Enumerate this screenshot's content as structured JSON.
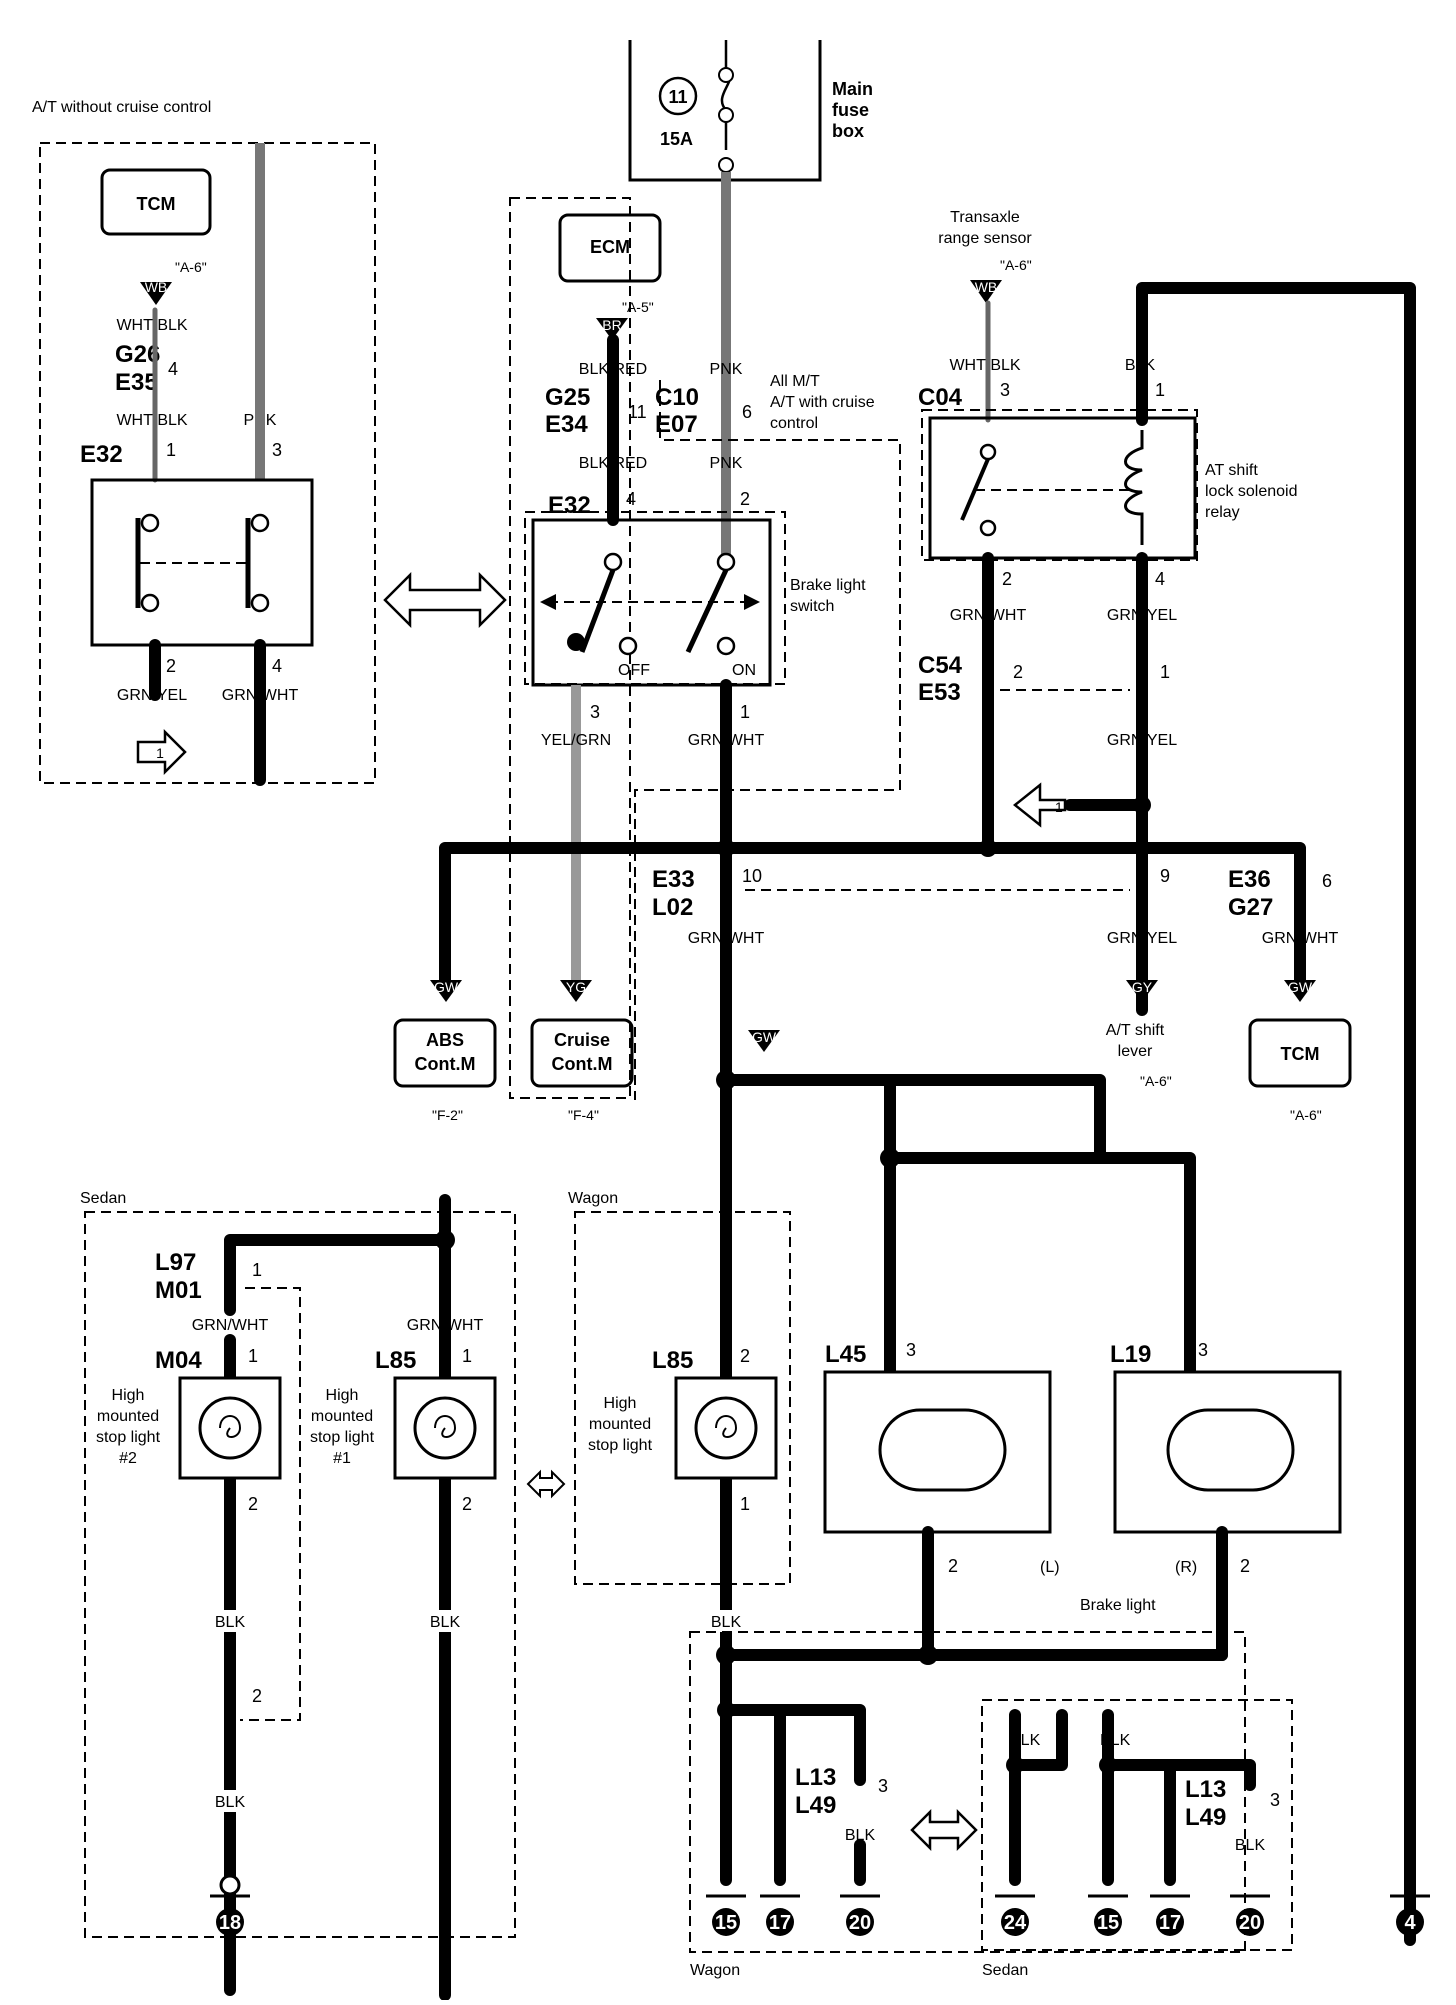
{
  "fuse": {
    "number": "11",
    "rating": "15A",
    "label_line1": "Main",
    "label_line2": "fuse",
    "label_line3": "box"
  },
  "inset_at": {
    "title": "A/T without cruise control",
    "tcm": "TCM",
    "tcm_ref": "\"A-6\"",
    "tag": "WB",
    "wire1": "WHT/BLK",
    "conn_top1": "G26",
    "conn_bot1": "E35",
    "pin_a": "4",
    "wire2": "WHT/BLK",
    "wire_pnk": "PNK",
    "switch_conn": "E32",
    "pin_1": "1",
    "pin_3": "3",
    "pin_2": "2",
    "pin_4": "4",
    "out1": "GRN/YEL",
    "out2": "GRN/WHT",
    "arrow": "1"
  },
  "cruise_block": {
    "ecm": "ECM",
    "ecm_ref": "\"A-5\"",
    "tag": "BR",
    "wire_a": "BLK/RED",
    "conn_top": "G25",
    "conn_bot": "E34",
    "pin_a": "11",
    "wire_b": "BLK/RED",
    "wire_pnk": "PNK",
    "conn_c_top": "C10",
    "conn_c_bot": "E07",
    "pin_c": "6",
    "wire_pnk2": "PNK",
    "note_line1": "All M/T",
    "note_line2": "A/T with cruise",
    "note_line3": "control",
    "switch_conn": "E32",
    "pin4": "4",
    "pin2": "2",
    "switch_label_line1": "Brake light",
    "switch_label_line2": "switch",
    "off": "OFF",
    "on": "ON",
    "pin3": "3",
    "pin1": "1",
    "out_yel": "YEL/GRN",
    "out_grn": "GRN/WHT"
  },
  "relay": {
    "sensor_line1": "Transaxle",
    "sensor_line2": "range sensor",
    "sensor_ref": "\"A-6\"",
    "tag": "WB",
    "wire_a": "WHT/BLK",
    "wire_b": "BLK",
    "conn": "C04",
    "pin3": "3",
    "pin1": "1",
    "label_line1": "AT shift",
    "label_line2": "lock solenoid",
    "label_line3": "relay",
    "pin2": "2",
    "pin4": "4",
    "out_a": "GRN/WHT",
    "out_b": "GRN/YEL",
    "c54": "C54",
    "e53": "E53",
    "pin_c54": "2",
    "pin_c54b": "1",
    "out_b2": "GRN/YEL",
    "arrow": "1"
  },
  "bus": {
    "e33": "E33",
    "l02": "L02",
    "pin10": "10",
    "pin9": "9",
    "e36": "E36",
    "g27": "G27",
    "pin6": "6",
    "w_grnwht": "GRN/WHT",
    "w_grnyel": "GRN/YEL",
    "w_grnwht2": "GRN/WHT"
  },
  "modules": {
    "abs_line1": "ABS",
    "abs_line2": "Cont.M",
    "abs_tag": "GW",
    "abs_ref": "\"F-2\"",
    "cruise_line1": "Cruise",
    "cruise_line2": "Cont.M",
    "cruise_tag": "YG",
    "cruise_ref": "\"F-4\"",
    "shift_line1": "A/T shift",
    "shift_line2": "lever",
    "shift_tag": "GY",
    "shift_ref": "\"A-6\"",
    "tcm": "TCM",
    "tcm_tag": "GW",
    "tcm_ref": "\"A-6\"",
    "gw_tag": "GW"
  },
  "sedan_left": {
    "title": "Sedan",
    "l97": "L97",
    "m01": "M01",
    "pin1a": "1",
    "wire_a": "GRN/WHT",
    "wire_b": "GRN/WHT",
    "m04": "M04",
    "pin1b": "1",
    "l85": "L85",
    "pin1c": "1",
    "lamp2_line1": "High",
    "lamp2_line2": "mounted",
    "lamp2_line3": "stop light",
    "lamp2_line4": "#2",
    "lamp1_line1": "High",
    "lamp1_line2": "mounted",
    "lamp1_line3": "stop light",
    "lamp1_line4": "#1",
    "pin2a": "2",
    "pin2b": "2",
    "blk1": "BLK",
    "blk2": "BLK",
    "pin2c": "2",
    "blk3": "BLK",
    "ground": "18"
  },
  "wagon_mid": {
    "title": "Wagon",
    "l85": "L85",
    "pin2": "2",
    "lamp_line1": "High",
    "lamp_line2": "mounted",
    "lamp_line3": "stop light",
    "pin1": "1",
    "blk": "BLK"
  },
  "brake_lights": {
    "l45": "L45",
    "pin3a": "3",
    "l19": "L19",
    "pin3b": "3",
    "pin2a": "2",
    "left": "(L)",
    "right": "(R)",
    "pin2b": "2",
    "label": "Brake light"
  },
  "grounds_wagon": {
    "title": "Wagon",
    "l13": "L13",
    "l49": "L49",
    "pin3": "3",
    "blk": "BLK",
    "g15": "15",
    "g17": "17",
    "g20": "20"
  },
  "grounds_sedan": {
    "title": "Sedan",
    "blk1": "BLK",
    "blk2": "BLK",
    "l13": "L13",
    "l49": "L49",
    "pin3": "3",
    "blk3": "BLK",
    "g24": "24",
    "g15": "15",
    "g17": "17",
    "g20": "20"
  },
  "ground_right": "4"
}
